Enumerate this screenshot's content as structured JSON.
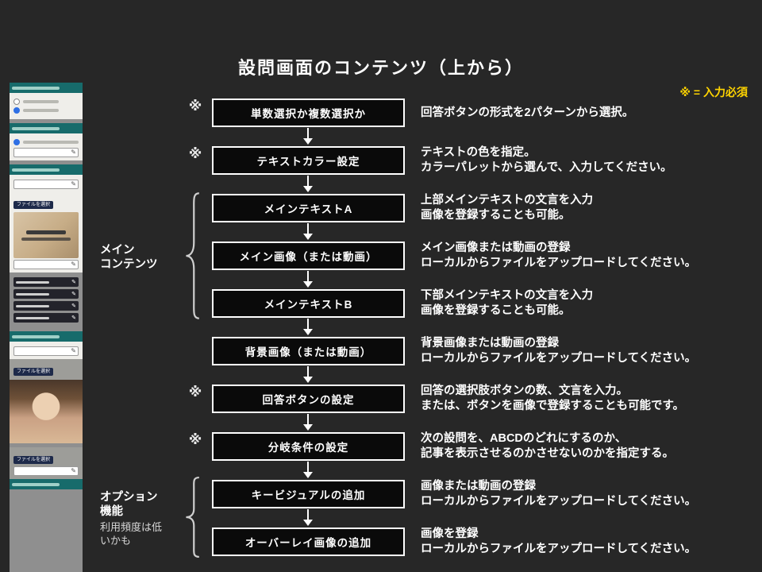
{
  "slide": {
    "title": "設問画面のコンテンツ（上から）",
    "legend": "※ = 入力必須",
    "required_mark": "※"
  },
  "flow": {
    "steps": [
      {
        "label": "単数選択か複数選択か",
        "required": true,
        "desc": [
          "回答ボタンの形式を2パターンから選択。"
        ]
      },
      {
        "label": "テキストカラー設定",
        "required": true,
        "desc": [
          "テキストの色を指定。",
          "カラーパレットから選んで、入力してください。"
        ]
      },
      {
        "label": "メインテキストA",
        "required": false,
        "desc": [
          "上部メインテキストの文言を入力",
          "画像を登録することも可能。"
        ]
      },
      {
        "label": "メイン画像（または動画）",
        "required": false,
        "desc": [
          "メイン画像または動画の登録",
          "ローカルからファイルをアップロードしてください。"
        ]
      },
      {
        "label": "メインテキストB",
        "required": false,
        "desc": [
          "下部メインテキストの文言を入力",
          "画像を登録することも可能。"
        ]
      },
      {
        "label": "背景画像（または動画）",
        "required": false,
        "desc": [
          "背景画像または動画の登録",
          "ローカルからファイルをアップロードしてください。"
        ]
      },
      {
        "label": "回答ボタンの設定",
        "required": true,
        "desc": [
          "回答の選択肢ボタンの数、文言を入力。",
          "または、ボタンを画像で登録することも可能です。"
        ]
      },
      {
        "label": "分岐条件の設定",
        "required": true,
        "desc": [
          "次の設問を、ABCDのどれにするのか、",
          "記事を表示させるのかさせないのかを指定する。"
        ]
      },
      {
        "label": "キービジュアルの追加",
        "required": false,
        "desc": [
          "画像または動画の登録",
          "ローカルからファイルをアップロードしてください。"
        ]
      },
      {
        "label": "オーバーレイ画像の追加",
        "required": false,
        "desc": [
          "画像を登録",
          "ローカルからファイルをアップロードしてください。"
        ]
      }
    ]
  },
  "groups": {
    "main": {
      "label_lines": [
        "メイン",
        "コンテンツ"
      ]
    },
    "option": {
      "label_lines": [
        "オプション",
        "機能"
      ],
      "note_lines": [
        "利用頻度は低",
        "いかも"
      ]
    }
  },
  "thumbnail": {
    "file_select_label": "ファイルを選択"
  },
  "icons": {
    "pencil": "✎"
  },
  "colors": {
    "background": "#272727",
    "box_fill": "#0a0a0a",
    "box_border": "#ffffff",
    "text": "#ffffff",
    "accent_yellow": "#ffd400",
    "brace": "#cfcfcf",
    "thumb_header_teal": "#176b6b",
    "radio_blue": "#2f6fe4",
    "thumb_button_navy": "#1e2a4a"
  }
}
